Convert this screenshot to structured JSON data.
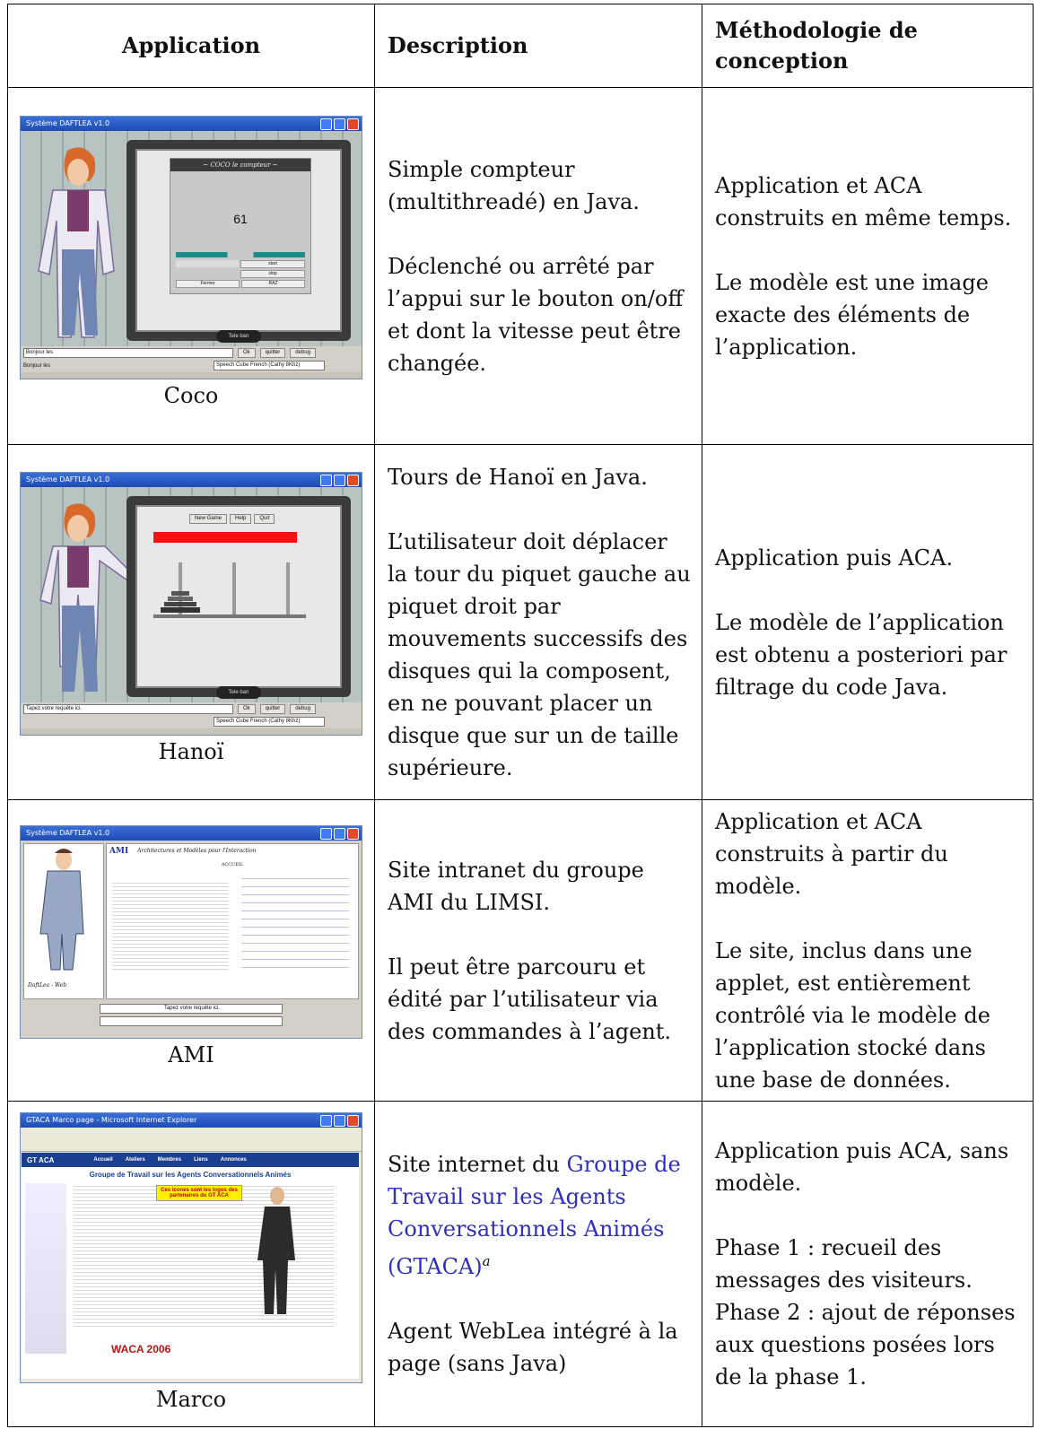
{
  "headers": {
    "application": "Application",
    "description": "Description",
    "methodology": "Méthodologie de conception"
  },
  "rows": [
    {
      "caption": "Coco",
      "screenshot": {
        "window_title": "Système DAFTLEA  v1.0",
        "panel_title": "~ COCO le compteur ~",
        "counter": "61",
        "input_text": "Bonjour les",
        "status_text": "Bonjour les",
        "buttons": [
          "Ok",
          "quitter",
          "debug"
        ],
        "voice": "Speech Cube French (Cathy 8Khz)",
        "controls": [
          "start",
          "stop",
          "Fermer",
          "RAZ"
        ],
        "logo": "Tele ban"
      },
      "description": [
        "Simple compteur (multithreadé) en Java.",
        "Déclenché ou arrêté par l’appui sur le bouton on/off et dont la vitesse peut être changée."
      ],
      "methodology": [
        "Application et ACA construits en même temps.",
        "Le modèle est une image exacte des éléments de l’application."
      ]
    },
    {
      "caption": "Hanoï",
      "screenshot": {
        "window_title": "Système DAFTLEA  v1.0",
        "game_buttons": [
          "New Game",
          "Help",
          "Quit"
        ],
        "input_text": "Tapez votre requête ici.",
        "buttons": [
          "Ok",
          "quitter",
          "debug"
        ],
        "voice": "Speech Cube French (Cathy 8Khz)",
        "logo": "Tele ban"
      },
      "description": [
        "Tours de Hanoï en Java.",
        "L’utilisateur doit déplacer la tour du piquet gauche au piquet droit par mouvements successifs des disques qui la composent, en ne pouvant placer un disque que sur un de taille supérieure."
      ],
      "methodology": [
        "Application puis ACA.",
        "Le modèle de l’application est obtenu a posteriori par filtrage du code Java."
      ]
    },
    {
      "caption": "AMI",
      "screenshot": {
        "window_title": "Système DAFTLEA  v1.0",
        "site_logo": "AMI",
        "site_subtitle": "Architectures et Modèles pour l'Interaction",
        "section": "ACCUEIL",
        "agent_label": "DaftLea - Web",
        "input_text": "Tapez votre requête ici."
      },
      "description": [
        "Site intranet du groupe AMI du LIMSI.",
        "Il peut être parcouru et édité par l’utilisateur via des commandes à l’agent."
      ],
      "methodology": [
        "Application et ACA construits à partir du modèle.",
        "Le site, inclus dans une applet, est entièrement contrôlé via le modèle de l’application stocké dans une base de données."
      ]
    },
    {
      "caption": "Marco",
      "screenshot": {
        "window_title": "GTACA Marco page - Microsoft Internet Explorer",
        "site_name": "GT ACA",
        "nav": [
          "Accueil",
          "Ateliers",
          "Membres",
          "Liens",
          "Annonces"
        ],
        "page_heading": "Groupe de Travail sur les Agents Conversationnels Animés",
        "bubble": "Ces icones sont les logos des partenaires du GT ACA",
        "waca": "WACA 2006"
      },
      "description": {
        "prefix": "Site internet du ",
        "link": "Groupe de Travail sur les Agents Conversationnels Animés (GTACA)",
        "footnote_mark": "a",
        "second": "Agent WebLea intégré à la page (sans Java)"
      },
      "methodology": [
        "Application puis ACA, sans modèle.",
        "Phase 1 : recueil des messages des visiteurs.",
        "Phase 2 : ajout de réponses aux questions posées lors de la phase 1."
      ]
    }
  ]
}
